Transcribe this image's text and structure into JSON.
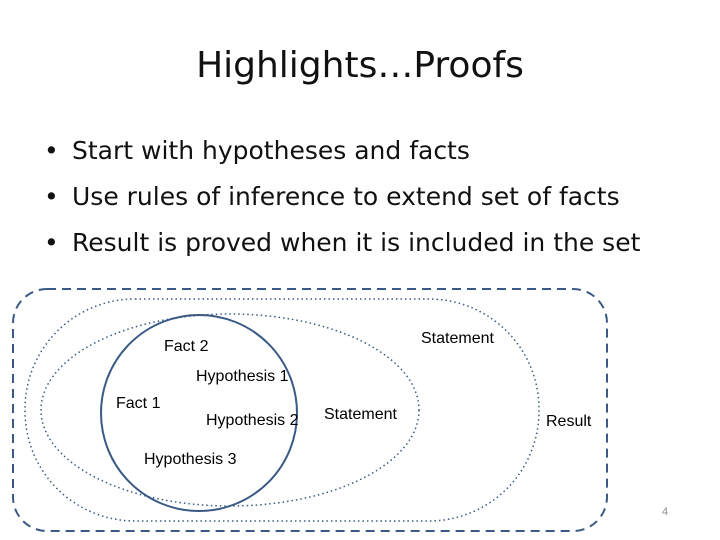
{
  "slide": {
    "title": "Highlights…Proofs",
    "bullets": [
      "Start with hypotheses and facts",
      "Use rules of inference to extend set of facts",
      "Result is proved when it is included in the set"
    ],
    "bullet_glyph": "•",
    "slide_number": "4"
  },
  "diagram": {
    "labels": {
      "fact_2": "Fact 2",
      "hypothesis_1": "Hypothesis 1",
      "fact_1": "Fact 1",
      "hypothesis_2": "Hypothesis 2",
      "hypothesis_3": "Hypothesis 3",
      "statement_inner": "Statement",
      "statement_outer": "Statement",
      "result": "Result"
    },
    "colors": {
      "circle_stroke": "#3a5a85",
      "set_stroke": "#3a5a85"
    }
  }
}
